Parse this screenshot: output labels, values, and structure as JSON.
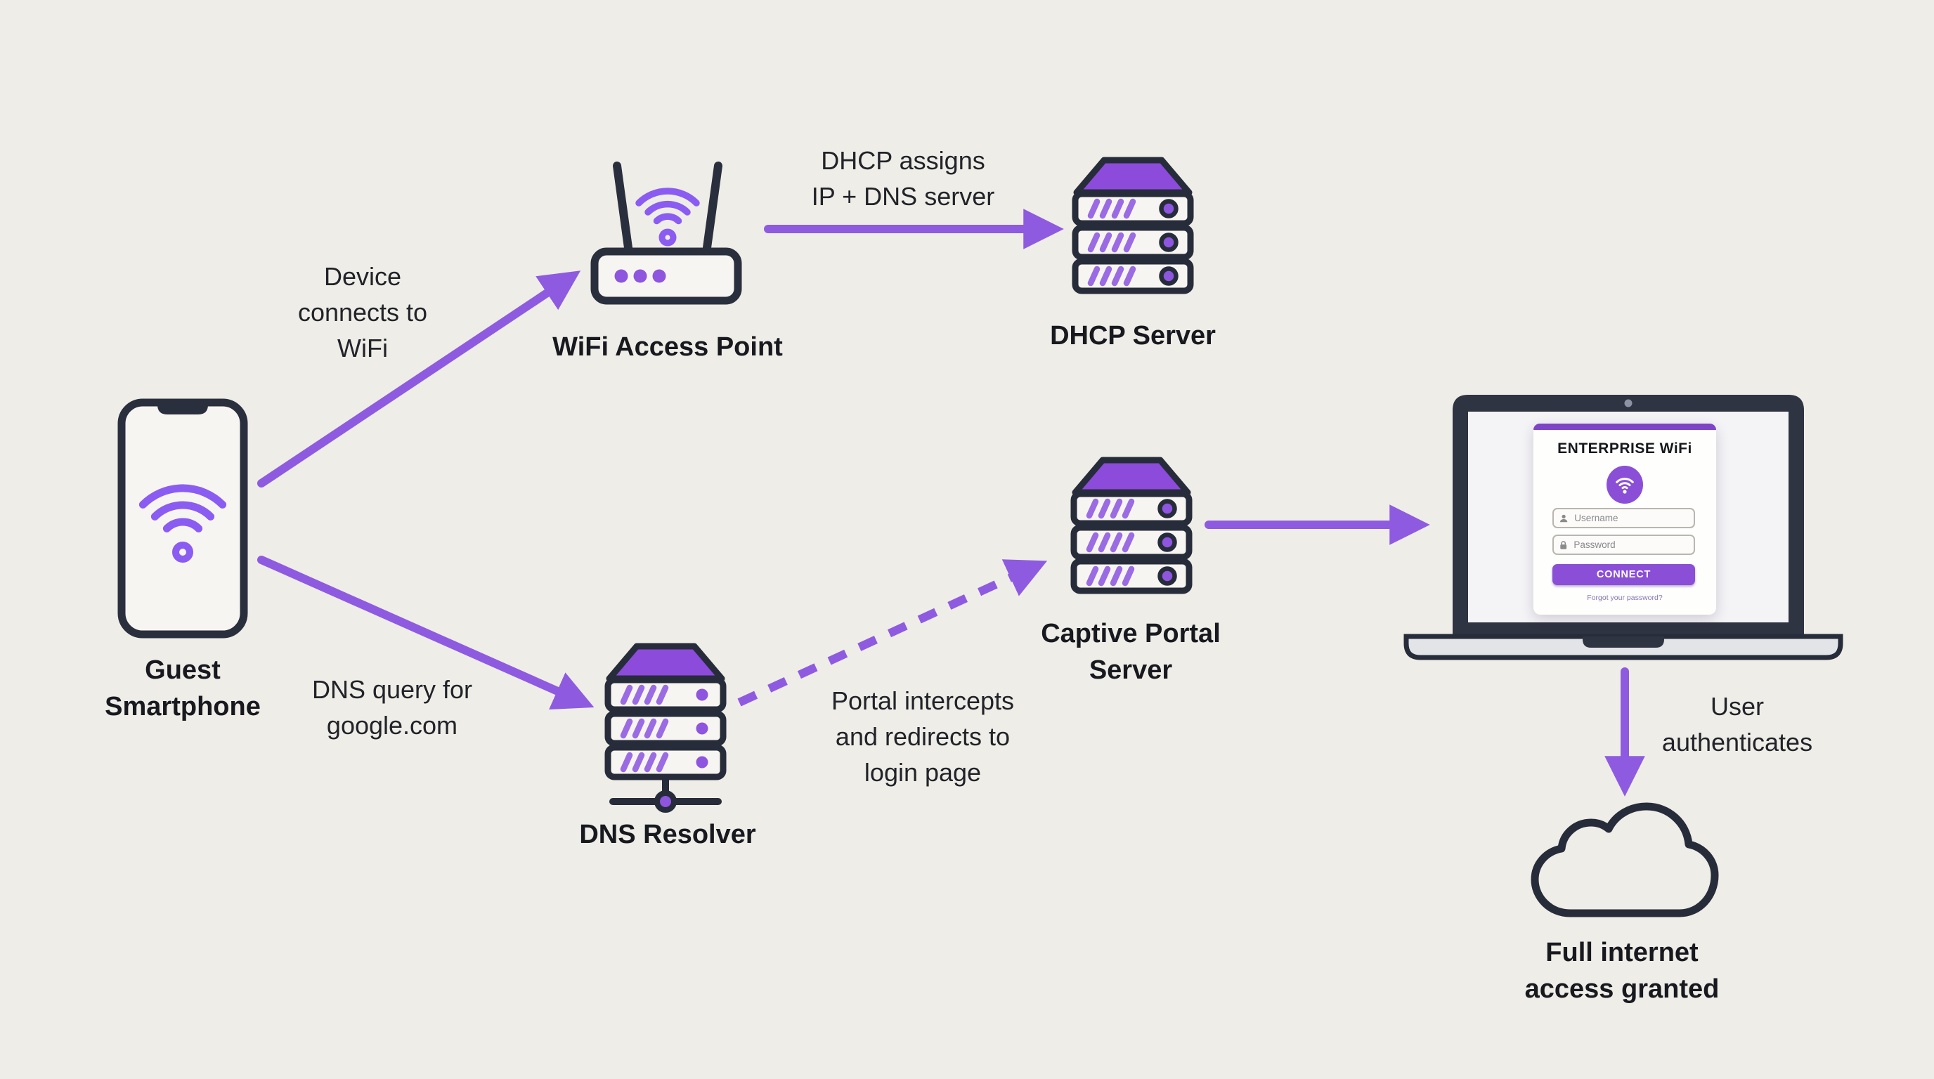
{
  "colors": {
    "background": "#EFEDE7",
    "accent_purple": "#8E5BE0",
    "outline_dark": "#2A2F3E",
    "server_top_purple": "#8C4BDB",
    "slash_purple": "#9B6BE4"
  },
  "nodes": {
    "smartphone": {
      "label": [
        "Guest",
        "Smartphone"
      ]
    },
    "wifi_ap": {
      "label": [
        "WiFi Access Point"
      ]
    },
    "dhcp_server": {
      "label": [
        "DHCP Server"
      ]
    },
    "dns_resolver": {
      "label": [
        "DNS Resolver"
      ]
    },
    "captive_portal": {
      "label": [
        "Captive Portal",
        "Server"
      ]
    },
    "internet_cloud": {
      "label": [
        "Full internet",
        "access granted"
      ]
    }
  },
  "edges": {
    "device_connects": {
      "note": [
        "Device",
        "connects to",
        "WiFi"
      ]
    },
    "dhcp_assigns": {
      "note": [
        "DHCP assigns",
        "IP + DNS server"
      ]
    },
    "dns_query": {
      "note": [
        "DNS query for",
        "google.com"
      ]
    },
    "portal_redirect": {
      "note": [
        "Portal intercepts",
        "and redirects to",
        "login page"
      ]
    },
    "user_authenticates": {
      "note": [
        "User",
        "authenticates"
      ]
    }
  },
  "login_portal": {
    "title": "ENTERPRISE WiFi",
    "username_placeholder": "Username",
    "password_placeholder": "Password",
    "connect_label": "CONNECT",
    "forgot_password_label": "Forgot your password?"
  }
}
